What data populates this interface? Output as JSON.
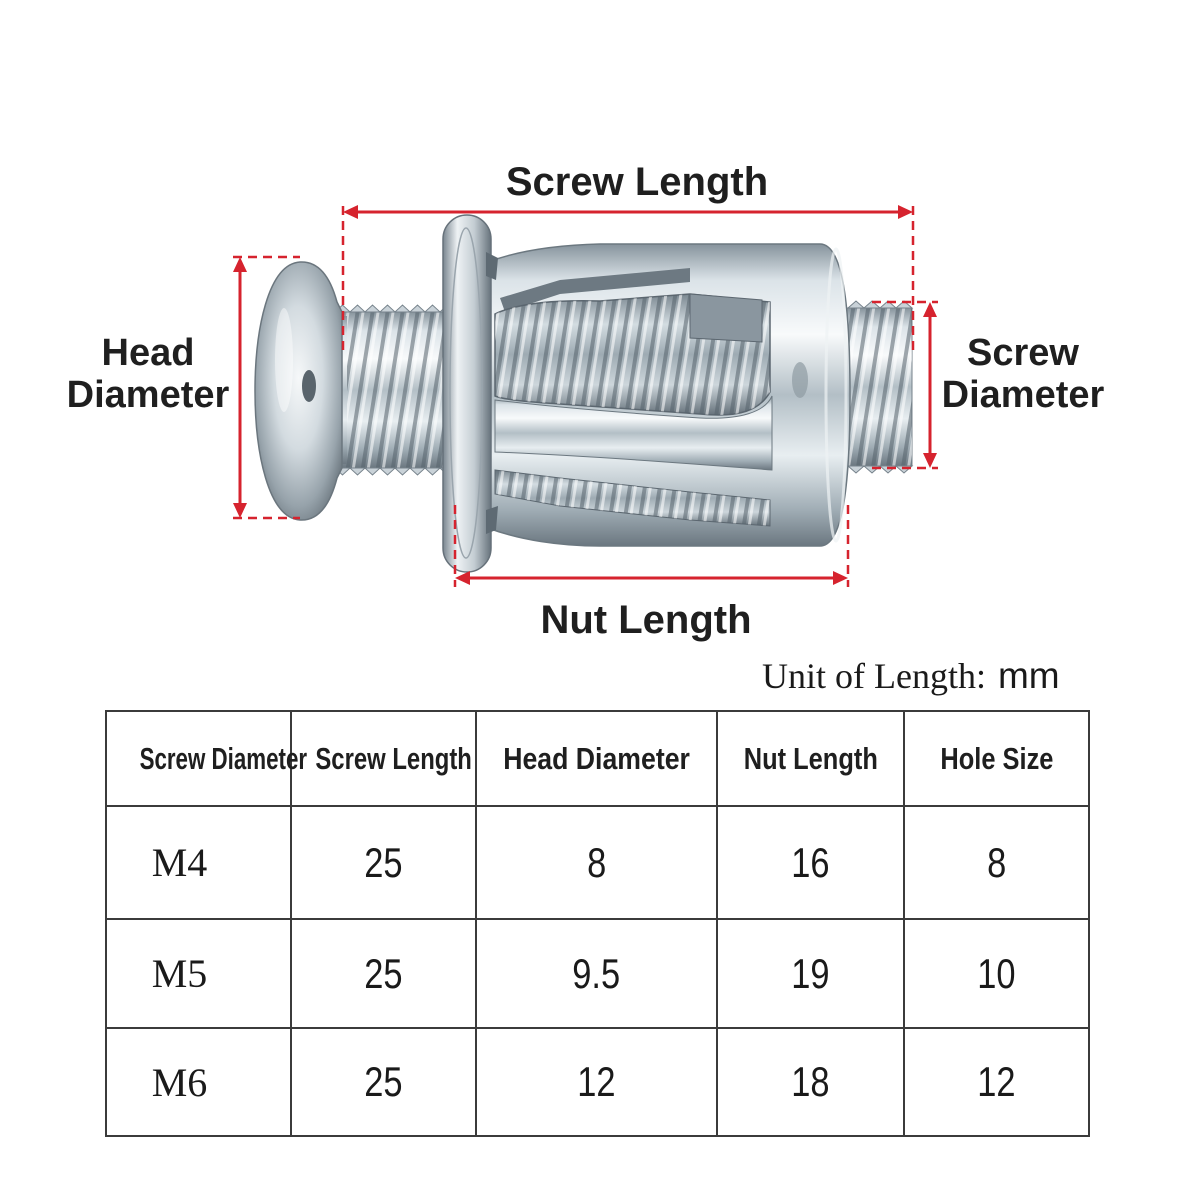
{
  "diagram": {
    "screw_length_label": "Screw Length",
    "head_diameter_label": {
      "line1": "Head",
      "line2": "Diameter"
    },
    "screw_diameter_label": {
      "line1": "Screw",
      "line2": "Diameter"
    },
    "nut_length_label": "Nut Length"
  },
  "unit": {
    "label": "Unit of Length:",
    "value": "mm"
  },
  "table": {
    "headers": [
      "Screw Diameter",
      "Screw Length",
      "Head Diameter",
      "Nut Length",
      "Hole Size"
    ],
    "rows": [
      [
        "M4",
        "25",
        "8",
        "16",
        "8"
      ],
      [
        "M5",
        "25",
        "9.5",
        "19",
        "10"
      ],
      [
        "M6",
        "25",
        "12",
        "18",
        "12"
      ]
    ]
  },
  "colors": {
    "dimension_line": "#d6232e",
    "text": "#1f1f1f",
    "table_border": "#3b3b3b",
    "background": "#ffffff"
  }
}
